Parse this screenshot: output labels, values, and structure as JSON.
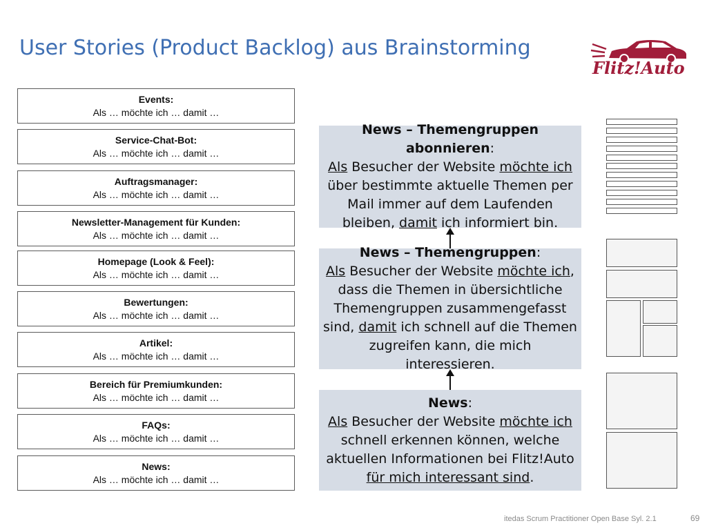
{
  "slide": {
    "title": "User Stories (Product Backlog) aus Brainstorming",
    "logo_text": "Flitz!Auto",
    "footer": "itedas Scrum Practitioner Open Base Syl. 2.1",
    "page_number": "69"
  },
  "stories": [
    {
      "name": "Events:",
      "text": "Als … möchte ich … damit …"
    },
    {
      "name": "Service-Chat-Bot:",
      "text": "Als … möchte ich … damit …"
    },
    {
      "name": "Auftragsmanager:",
      "text": "Als … möchte ich … damit …"
    },
    {
      "name": "Newsletter-Management für Kunden:",
      "text": "Als … möchte ich … damit …"
    },
    {
      "name": "Homepage (Look & Feel):",
      "text": "Als … möchte ich … damit …"
    },
    {
      "name": "Bewertungen:",
      "text": "Als … möchte ich … damit …"
    },
    {
      "name": "Artikel:",
      "text": "Als … möchte ich … damit …"
    },
    {
      "name": "Bereich für Premiumkunden:",
      "text": "Als … möchte ich … damit …"
    },
    {
      "name": "FAQs:",
      "text": "Als … möchte ich … damit …"
    },
    {
      "name": "News:",
      "text": "Als … möchte ich … damit …"
    }
  ],
  "cards": {
    "abonnieren": {
      "title": "News – Themengruppen abonnieren",
      "colon": ":",
      "als": "Als",
      "t1": " Besucher der Website ",
      "moechte": "möchte ich",
      "t2": " über bestimmte aktuelle Themen per Mail immer auf dem Laufenden bleiben, ",
      "damit": "damit",
      "t3": " ich informiert bin."
    },
    "themengruppen": {
      "title": "News – Themengruppen",
      "colon": ":",
      "als": "Als",
      "t1": " Besucher der Website ",
      "moechte": "möchte ich",
      "t2": ", dass die Themen in übersichtliche Themengruppen zusammengefasst sind, ",
      "damit": "damit",
      "t3": " ich schnell auf die Themen zugreifen kann, die mich interessieren."
    },
    "news": {
      "title": "News",
      "colon": ":",
      "als": "Als",
      "t1": " Besucher der Website ",
      "moechte": "möchte ich",
      "t2": " schnell erkennen können, welche aktuellen Informationen bei Flitz!Auto ",
      "interessant": "für mich interessant sind",
      "t3": "."
    }
  },
  "colors": {
    "title": "#3f6fb3",
    "card_background": "#d6dce5",
    "logo": "#a11d3a"
  }
}
